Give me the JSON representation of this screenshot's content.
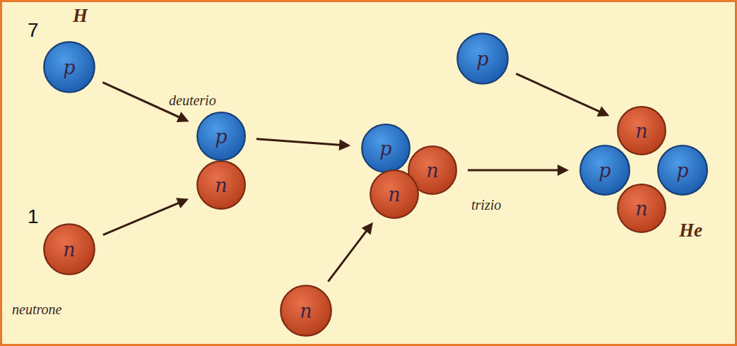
{
  "diagram": {
    "nodes": [
      {
        "text": [
          "p"
        ]
      },
      {
        "text": [
          "n"
        ]
      },
      {
        "text": [
          "p"
        ]
      },
      {
        "text": [
          "n"
        ]
      },
      {
        "text": [
          "p"
        ]
      },
      {
        "text": [
          "n"
        ]
      },
      {
        "text": [
          "n"
        ]
      },
      {
        "text": [
          "n"
        ]
      },
      {
        "text": [
          "p"
        ]
      },
      {
        "text": [
          "n"
        ]
      },
      {
        "text": [
          "p"
        ]
      },
      {
        "text": [
          "p"
        ]
      },
      {
        "text": [
          "n"
        ]
      }
    ],
    "edges": [
      {
        "from": 0,
        "to": 2,
        "arrow": "to"
      },
      {
        "from": 1,
        "to": 3,
        "arrow": "to"
      },
      {
        "from": 2,
        "to": 4,
        "arrow": "to"
      },
      {
        "from": 7,
        "to": 6,
        "arrow": "to"
      },
      {
        "from": 5,
        "to": 10,
        "arrow": "to"
      },
      {
        "from": 8,
        "to": 9,
        "arrow": "to"
      }
    ],
    "labels": [
      "H",
      "7",
      "deuterio",
      "1",
      "trizio",
      "He",
      "neutrone"
    ]
  }
}
